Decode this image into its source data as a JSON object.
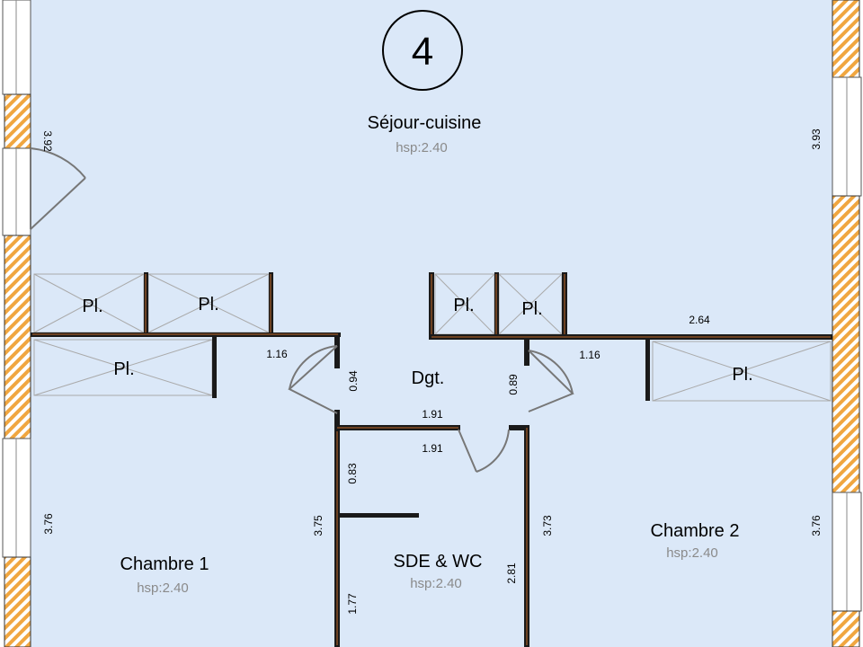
{
  "plan": {
    "number": "4",
    "rooms": {
      "sejour": {
        "name": "Séjour-cuisine",
        "hsp": "hsp:2.40"
      },
      "degagement": {
        "name": "Dgt."
      },
      "chambre1": {
        "name": "Chambre 1",
        "hsp": "hsp:2.40"
      },
      "chambre2": {
        "name": "Chambre 2",
        "hsp": "hsp:2.40"
      },
      "sde": {
        "name": "SDE & WC",
        "hsp": "hsp:2.40"
      }
    },
    "closet_label": "Pl.",
    "dimensions": {
      "d_left_top": "3.92",
      "d_right_top": "3.93",
      "d_left_bottom": "3.76",
      "d_right_bottom": "3.76",
      "d_116_left": "1.16",
      "d_116_right": "1.16",
      "d_264": "2.64",
      "d_094": "0.94",
      "d_089": "0.89",
      "d_191_top": "1.91",
      "d_191_bottom": "1.91",
      "d_083": "0.83",
      "d_375": "3.75",
      "d_373": "3.73",
      "d_281": "2.81",
      "d_177": "1.77"
    },
    "colors": {
      "floor": "#dbe8f8",
      "wall_hatch": "#f0a640",
      "wall_dark": "#1a1a1a",
      "partition_accent": "#c06a2a"
    }
  }
}
